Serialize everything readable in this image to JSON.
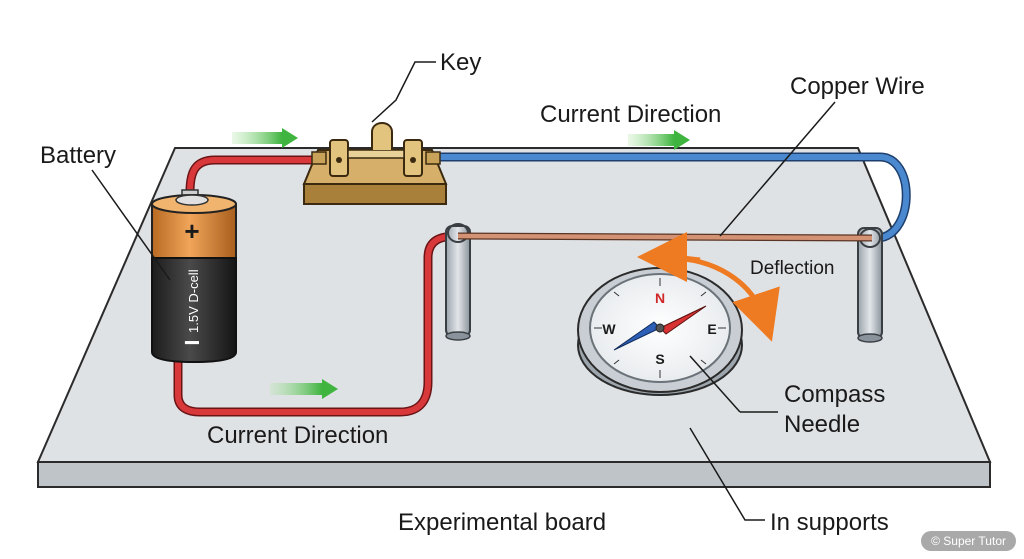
{
  "labels": {
    "key": "Key",
    "copper_wire": "Copper Wire",
    "current_direction_top": "Current Direction",
    "current_direction_bottom": "Current Direction",
    "battery": "Battery",
    "deflection": "Deflection",
    "compass_needle_line1": "Compass",
    "compass_needle_line2": "Needle",
    "experimental_board": "Experimental board",
    "in_supports": "In supports"
  },
  "battery": {
    "plus": "+",
    "minus": "−",
    "rating": "1.5V D-cell"
  },
  "compass": {
    "north": "N",
    "east": "E",
    "south": "S",
    "west": "W"
  },
  "watermark": "© Super Tutor",
  "colors": {
    "board": "#dde0e3",
    "wire_red": "#d8383a",
    "wire_blue": "#3f7ec6",
    "copper": "#c98a6a",
    "arrow_green": "#4fbf4f",
    "deflection_orange": "#ee7a22",
    "key_brass": "#c9a25a"
  }
}
